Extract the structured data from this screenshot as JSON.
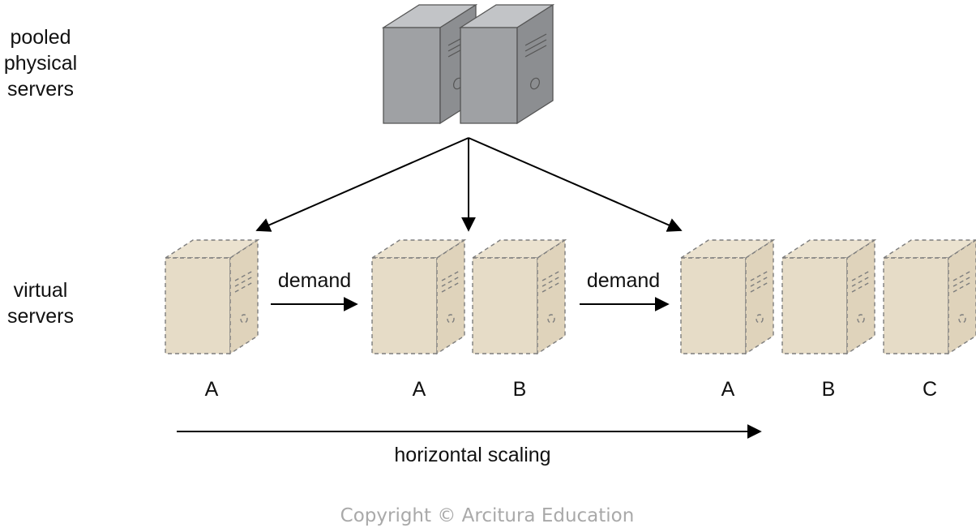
{
  "labels": {
    "pooled_line1": "pooled",
    "pooled_line2": "physical",
    "pooled_line3": "servers",
    "virtual_line1": "virtual",
    "virtual_line2": "servers",
    "demand_1": "demand",
    "demand_2": "demand",
    "horizontal": "horizontal scaling",
    "copyright": "Copyright © Arcitura Education"
  },
  "groups": [
    {
      "servers": [
        "A"
      ]
    },
    {
      "servers": [
        "A",
        "B"
      ]
    },
    {
      "servers": [
        "A",
        "B",
        "C"
      ]
    }
  ],
  "colors": {
    "physical_front": "#9fa1a4",
    "physical_side": "#8c8e91",
    "physical_top": "#c2c4c7",
    "virtual_fill": "#e6dcc7",
    "virtual_side": "#dfd3bb",
    "virtual_top": "#ebe2cf",
    "dash": "#7d7d7d",
    "arrow": "#000000",
    "copyright": "#a9a9a9"
  },
  "icons": {
    "physical": "server-tower-icon",
    "virtual": "virtual-server-icon"
  }
}
